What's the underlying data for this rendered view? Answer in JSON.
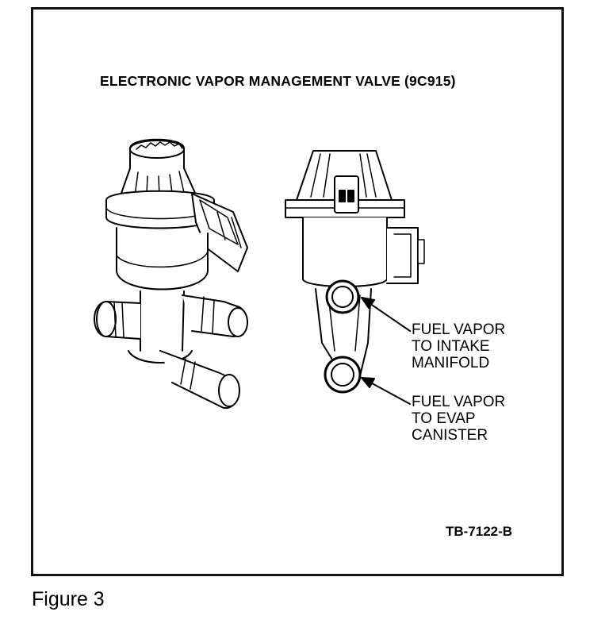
{
  "diagram": {
    "title": "ELECTRONIC VAPOR MANAGEMENT VALVE (9C915)",
    "callouts": [
      {
        "lines": [
          "FUEL VAPOR",
          "TO INTAKE",
          "MANIFOLD"
        ]
      },
      {
        "lines": [
          "FUEL VAPOR",
          "TO EVAP",
          "CANISTER"
        ]
      }
    ],
    "reference": "TB-7122-B"
  },
  "caption": "Figure 3",
  "colors": {
    "line": "#000000",
    "background": "#ffffff"
  }
}
